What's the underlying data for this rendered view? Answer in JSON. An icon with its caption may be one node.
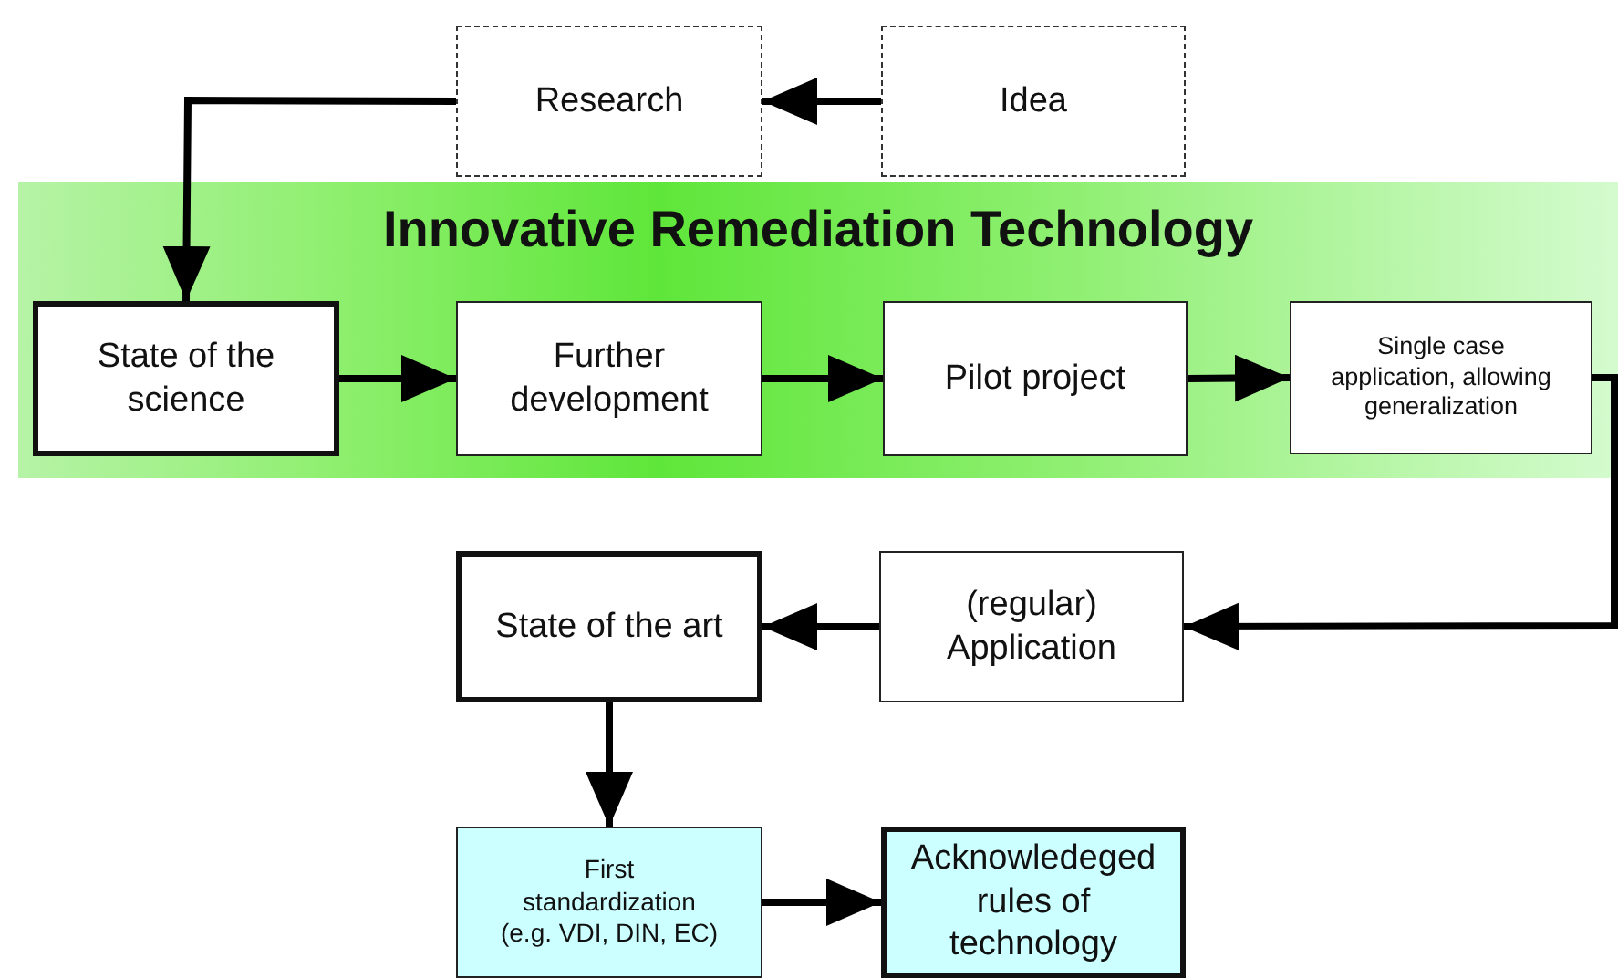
{
  "diagram": {
    "nodes": [
      {
        "text": [
          "Research"
        ]
      },
      {
        "text": [
          "Idea"
        ]
      },
      {
        "text": [
          "Innovative Remediation Technology"
        ]
      },
      {
        "text": [
          "State of the science"
        ],
        "in": 2
      },
      {
        "text": [
          "Further development"
        ],
        "in": 2
      },
      {
        "text": [
          "Pilot project"
        ],
        "in": 2
      },
      {
        "text": [
          "Single case application, allowing generalization"
        ],
        "in": 2
      },
      {
        "text": [
          "State of the art"
        ]
      },
      {
        "text": [
          "(regular) Application"
        ]
      },
      {
        "text": [
          "First standardization (e.g. VDI, DIN, EC)"
        ]
      },
      {
        "text": [
          "Acknowledeged rules of technology"
        ]
      }
    ],
    "edges": [
      {
        "from": 1,
        "to": 0,
        "arrow": "to"
      },
      {
        "from": 0,
        "to": 3,
        "arrow": "to"
      },
      {
        "from": 3,
        "to": 4,
        "arrow": "to"
      },
      {
        "from": 4,
        "to": 5,
        "arrow": "to"
      },
      {
        "from": 5,
        "to": 6,
        "arrow": "to"
      },
      {
        "from": 6,
        "to": 8,
        "arrow": "to"
      },
      {
        "from": 8,
        "to": 7,
        "arrow": "to"
      },
      {
        "from": 7,
        "to": 9,
        "arrow": "to"
      },
      {
        "from": 9,
        "to": 10,
        "arrow": "to"
      }
    ]
  }
}
